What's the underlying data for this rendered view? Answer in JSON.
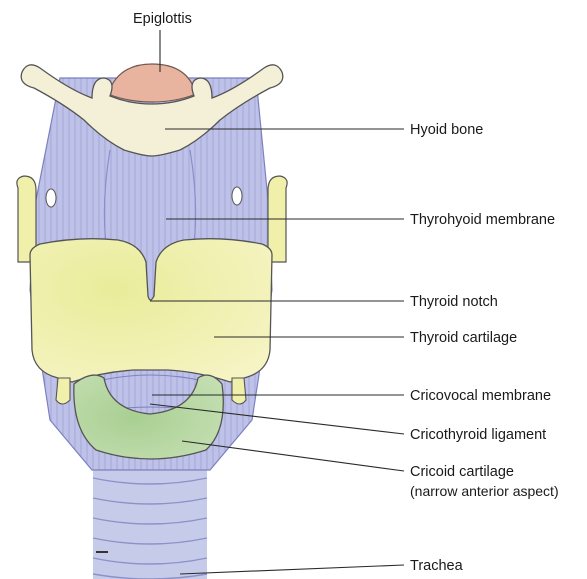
{
  "labels": {
    "epiglottis": "Epiglottis",
    "hyoid_bone": "Hyoid bone",
    "thyrohyoid_membrane": "Thyrohyoid membrane",
    "thyroid_notch": "Thyroid notch",
    "thyroid_cartilage": "Thyroid cartilage",
    "cricovocal_membrane": "Cricovocal membrane",
    "cricothyroid_ligament": "Cricothyroid ligament",
    "cricoid_cartilage_line1": "Cricoid cartilage",
    "cricoid_cartilage_line2": "(narrow anterior aspect)",
    "trachea": "Trachea"
  },
  "colors": {
    "membrane": "#b9bde6",
    "membrane_stripe": "#8f93cf",
    "hyoid": "#f3efd6",
    "epiglottis": "#e8b4a0",
    "thyroid": "#f1f0ad",
    "cricoid": "#b6d6a2",
    "trachea": "#c9cdeb"
  }
}
